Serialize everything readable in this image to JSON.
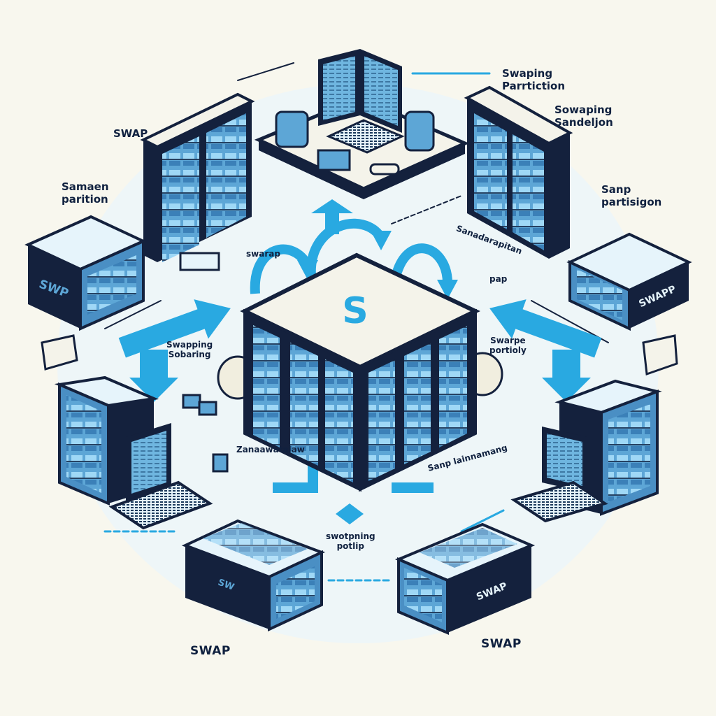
{
  "labels": {
    "top_right_1": "Swaping\nParrtiction",
    "top_right_2": "Sowaping\nSandeljon",
    "top_left_swap": "SWAP",
    "left_partition": "Samaen\nparition",
    "right_partition": "Sanp\npartisigon",
    "center_top": "swarap",
    "center_right_top": "Sanadarapitan",
    "center_right_small": "pap",
    "center_left": "Swapping\nSobaring",
    "center_right": "Swarpe\nportioly",
    "lower_left_under": "Zanaawatalaw",
    "lower_right_under": "Sanp lainnamang",
    "bottom_center": "swotpning\npotlip",
    "bottom_left": "SWAP",
    "bottom_right": "SWAP",
    "central_logo": "S",
    "left_case_logo": "SWP",
    "right_case_logo": "SWAPP",
    "bottom_left_case_logo": "SW",
    "bottom_right_case_logo": "SWAP"
  },
  "colors": {
    "background": "#f8f7ee",
    "navy": "#14213d",
    "accent_blue": "#29a9e1",
    "light_blue": "#8fd3f4",
    "panel_blue": "#4a8fc4"
  }
}
